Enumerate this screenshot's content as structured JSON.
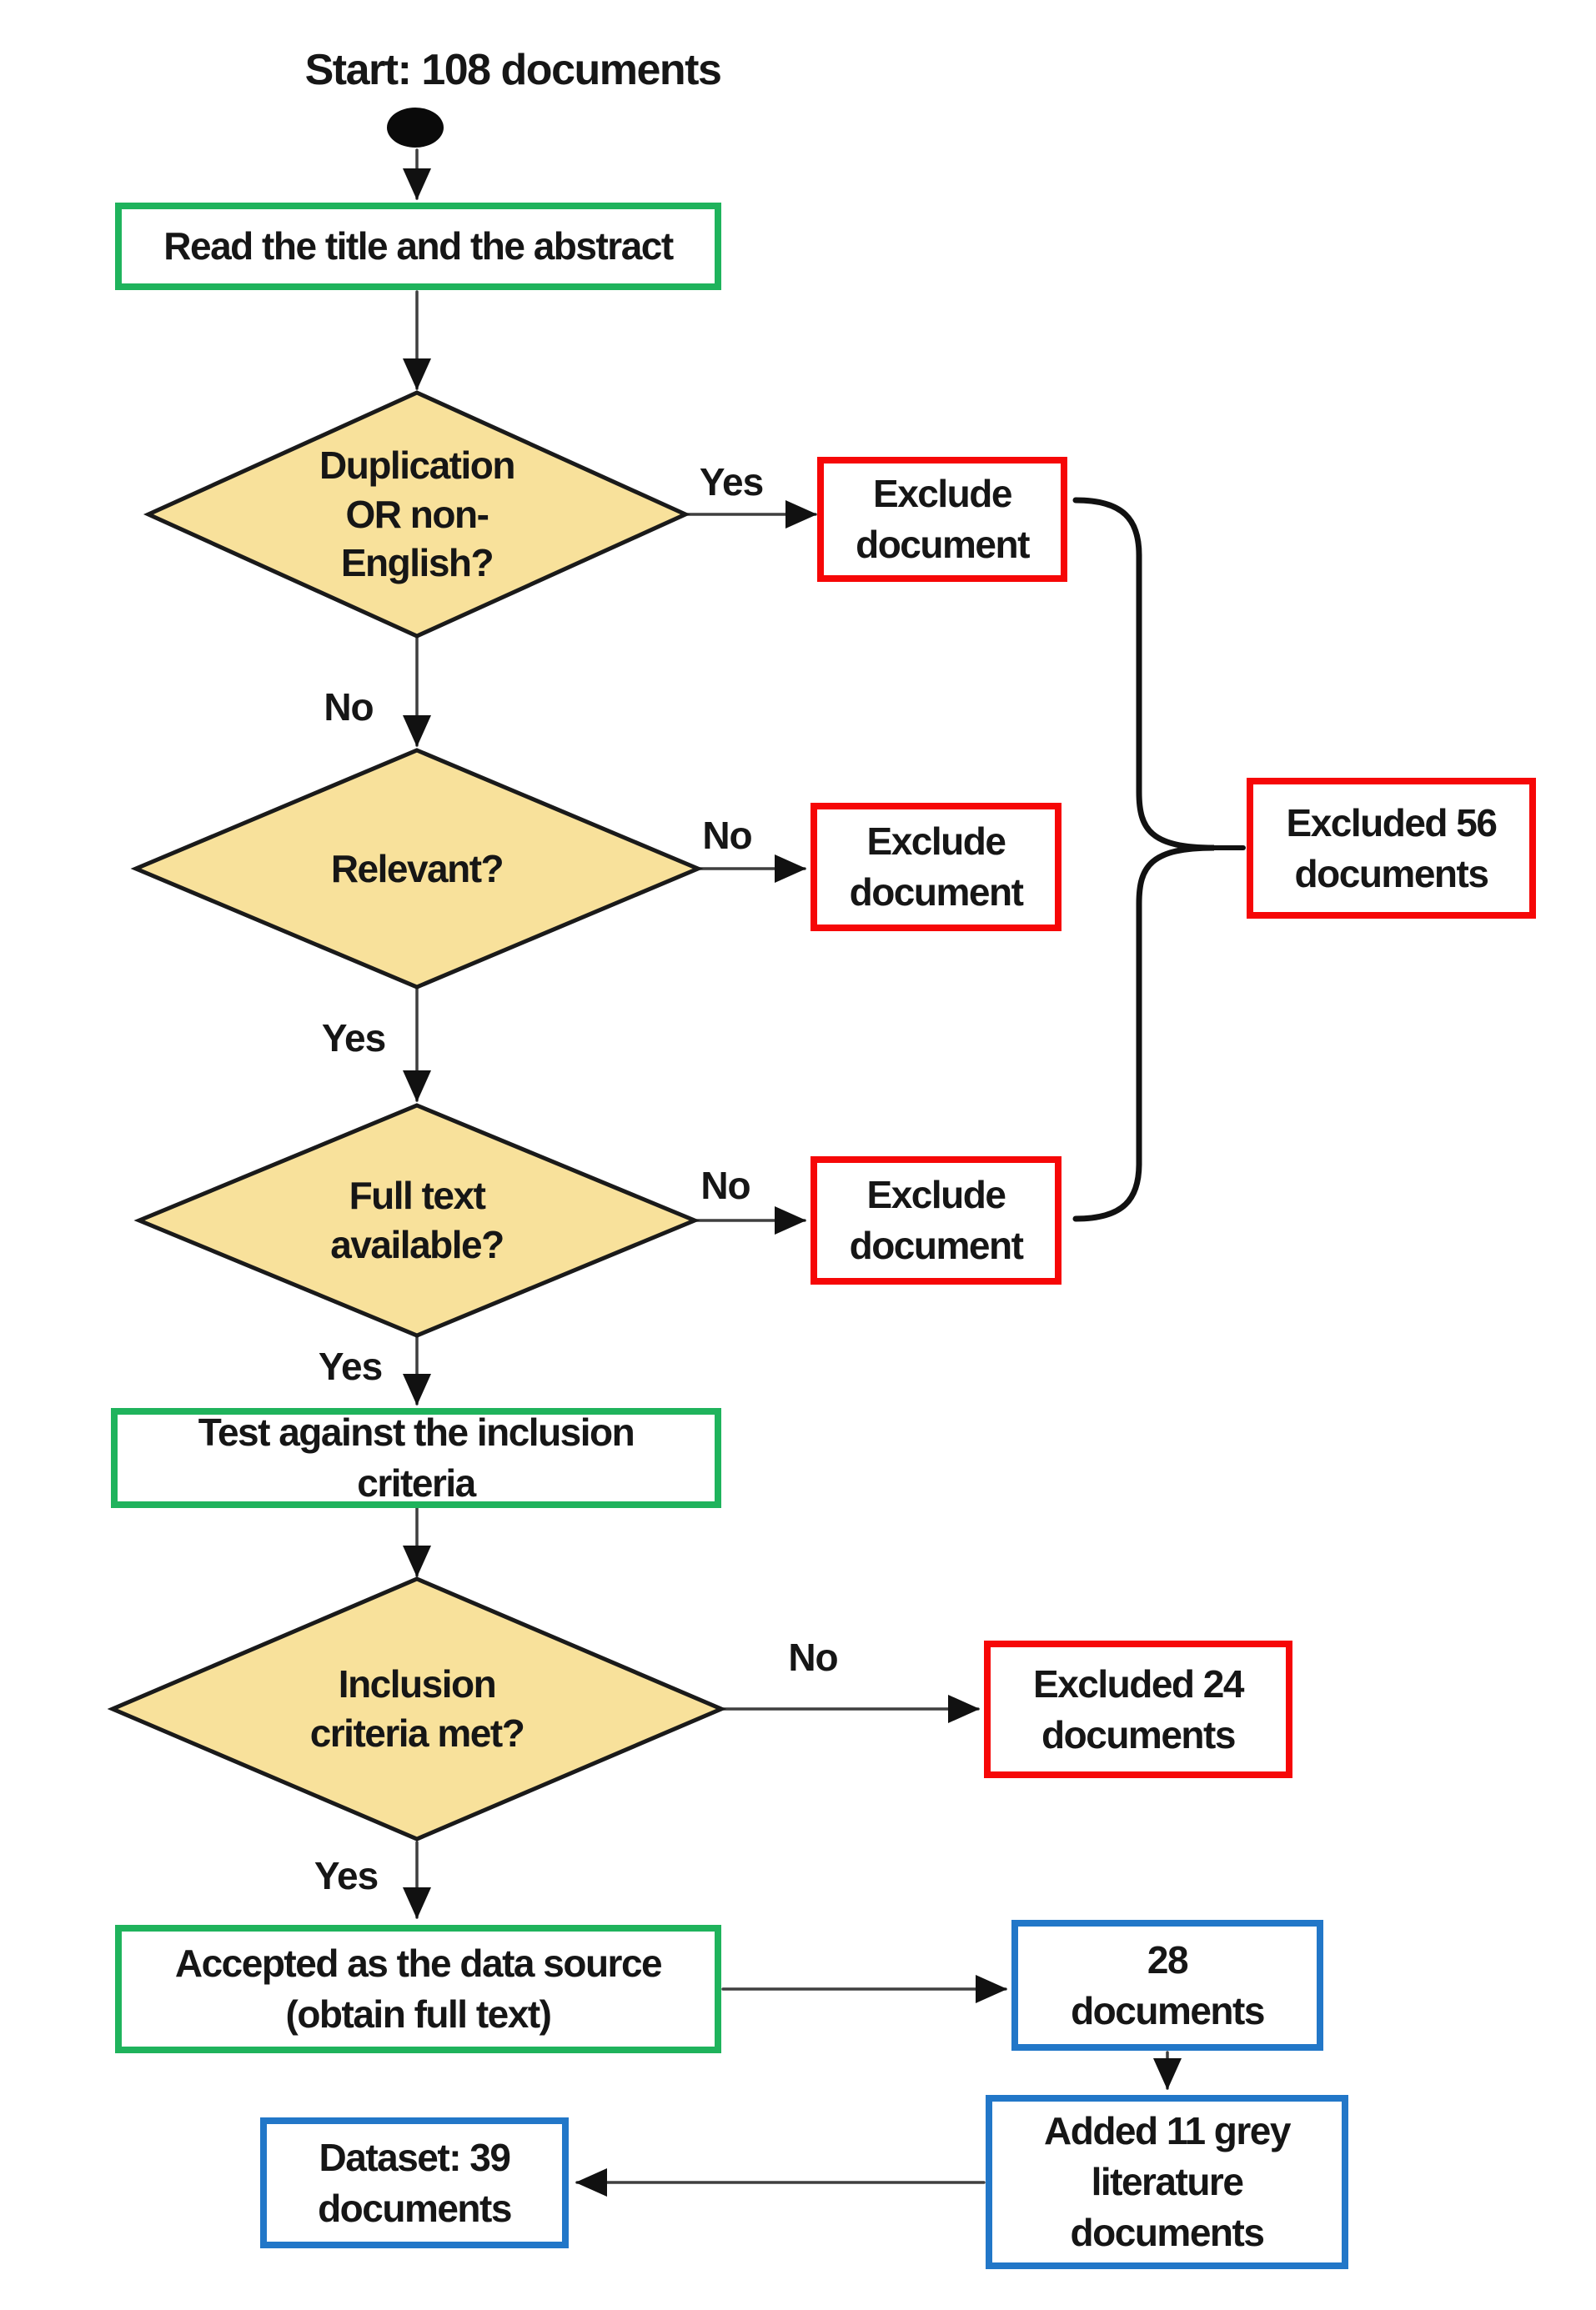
{
  "colors": {
    "green": "#1fb35c",
    "red": "#f60707",
    "blue": "#2277c8",
    "diamond-fill": "#f8e19b",
    "diamond-stroke": "#1a1a1a",
    "arrow": "#3f3f3f",
    "text": "#161616",
    "bg": "#ffffff"
  },
  "start": {
    "label": "Start: 108 documents"
  },
  "nodes": {
    "read_title": "Read the title and the abstract",
    "duplication": "Duplication\nOR non-\nEnglish?",
    "exclude1": "Exclude\ndocument",
    "relevant": "Relevant?",
    "exclude2": "Exclude\ndocument",
    "fulltext": "Full text\navailable?",
    "exclude3": "Exclude\ndocument",
    "excluded56": "Excluded 56\ndocuments",
    "test_inclusion": "Test against the inclusion\ncriteria",
    "inclusion_met": "Inclusion\ncriteria met?",
    "excluded24": "Excluded 24\ndocuments",
    "accepted": "Accepted as the data source\n(obtain full text)",
    "docs28": "28\ndocuments",
    "grey11": "Added 11 grey\nliterature\ndocuments",
    "dataset39": "Dataset: 39\ndocuments"
  },
  "labels": {
    "d1_right": "Yes",
    "d1_down": "No",
    "d2_right": "No",
    "d2_down": "Yes",
    "d3_right": "No",
    "d3_down": "Yes",
    "d4_right": "No",
    "d4_down": "Yes"
  }
}
